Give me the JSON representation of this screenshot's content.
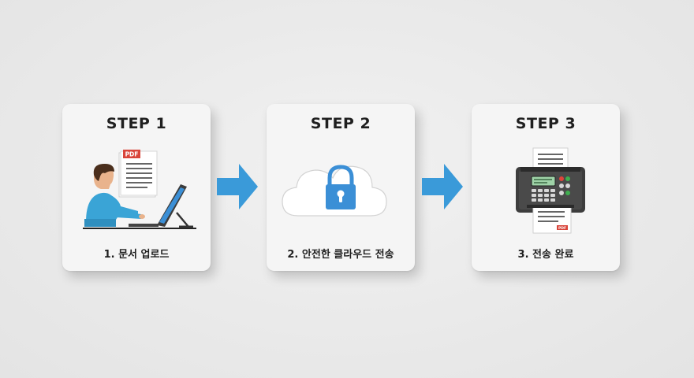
{
  "steps": [
    {
      "title": "STEP 1",
      "caption": "1. 문서 업로드",
      "icon": "user-computer-upload-icon",
      "badge": "PDF"
    },
    {
      "title": "STEP 2",
      "caption": "2. 안전한 클라우드 전송",
      "icon": "cloud-lock-icon"
    },
    {
      "title": "STEP 3",
      "caption": "3. 전송 완료",
      "icon": "fax-machine-icon",
      "badge": "PDF"
    }
  ],
  "colors": {
    "arrow": "#3a9ad9",
    "accent_blue": "#3b8fd6",
    "pdf_red": "#d9443a"
  }
}
